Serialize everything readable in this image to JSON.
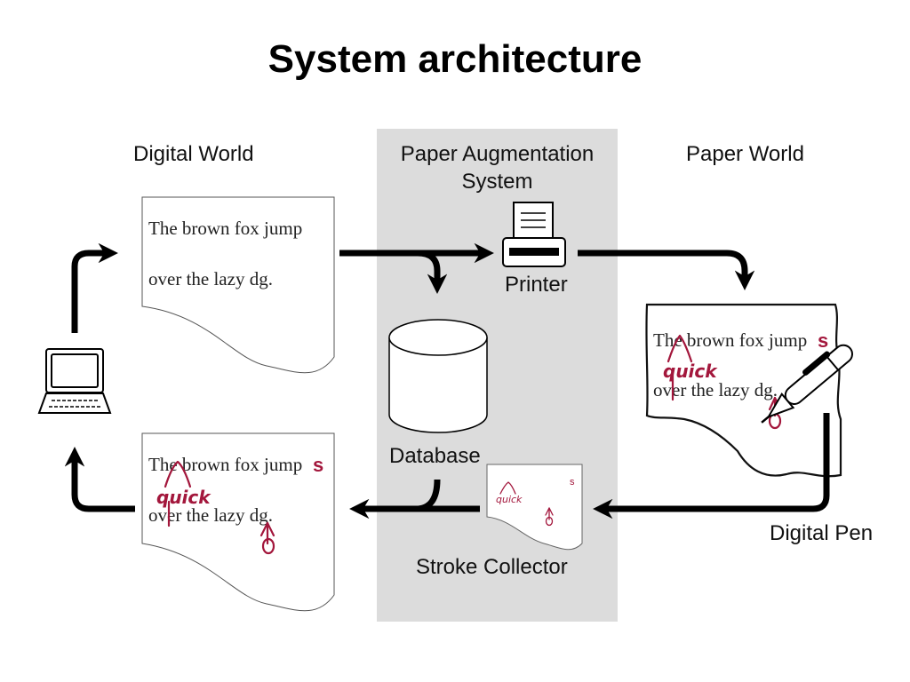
{
  "title": "System architecture",
  "labels": {
    "digital_world": "Digital World",
    "paper_system": "Paper Augmentation System",
    "paper_system_line1": "Paper Augmentation",
    "paper_system_line2": "System",
    "paper_world": "Paper World",
    "printer": "Printer",
    "database": "Database",
    "stroke_collector": "Stroke Collector",
    "digital_pen": "Digital Pen"
  },
  "document": {
    "line1": "The brown fox jump",
    "line2": "over the lazy dg."
  },
  "annotations": {
    "insertion": "quick",
    "letter_s": "s"
  },
  "colors": {
    "ink": "#a3173c",
    "panel": "#dcdcdc",
    "arrow": "#000000"
  }
}
